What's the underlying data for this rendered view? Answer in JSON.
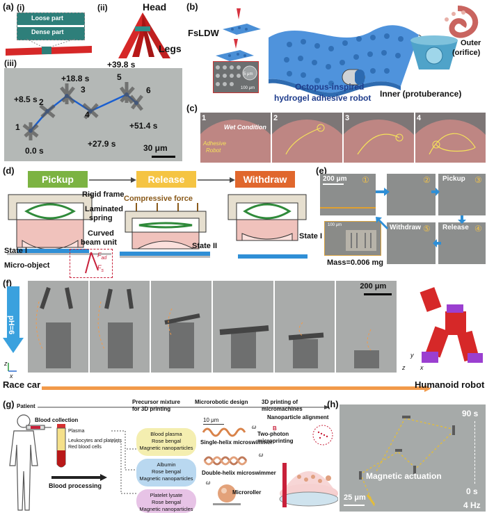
{
  "panels": {
    "a": {
      "label": "(a)",
      "sub_i": "(i)",
      "sub_ii": "(ii)",
      "sub_iii": "(iii)",
      "loose_part": "Loose part",
      "dense_part": "Dense part",
      "head": "Head",
      "legs": "Legs",
      "step_nums": [
        "1",
        "2",
        "3",
        "4",
        "5",
        "6"
      ],
      "times": [
        "0.0 s",
        "+8.5 s",
        "+18.8 s",
        "+27.9 s",
        "+39.8 s",
        "+51.4 s"
      ],
      "scale": "30 μm"
    },
    "b": {
      "label": "(b)",
      "fsldw": "FsLDW",
      "scale_small": "5 μm",
      "scale_large": "100 μm",
      "title_line1": "Octopus-inspired",
      "title_line2": "hydrogel adhesive robot",
      "outer": "Outer",
      "orifice": "(orifice)",
      "inner": "Inner (protuberance)"
    },
    "c": {
      "label": "(c)",
      "frames": [
        "1",
        "2",
        "3",
        "4"
      ],
      "wet_condition": "Wet Condition",
      "adhesive": "Adhesive",
      "robot": "Robot"
    },
    "d": {
      "label": "(d)",
      "pickup": "Pickup",
      "release": "Release",
      "withdraw": "Withdraw",
      "rigid_frame": "Rigid frame",
      "laminated": "Laminated",
      "spring": "spring",
      "curved": "Curved",
      "beam_unit": "beam unit",
      "state1": "State I",
      "state2": "State II",
      "state1b": "State I",
      "micro_object": "Micro-object",
      "compressive": "Compressive force",
      "f_ad": "F",
      "f_ad_sub": "ad",
      "f_s": "F",
      "f_s_sub": "s",
      "colors": {
        "pickup": "#7cb342",
        "release": "#f5c443",
        "withdraw": "#e0672d"
      }
    },
    "e": {
      "label": "(e)",
      "scale": "200 μm",
      "inset_scale": "100 μm",
      "pickup": "Pickup",
      "release": "Release",
      "withdraw": "Withdraw",
      "mass": "Mass=0.006 mg",
      "steps": [
        "①",
        "②",
        "③",
        "④",
        "⑤"
      ]
    },
    "f": {
      "label": "(f)",
      "ph": "pH=6",
      "scale": "200 μm",
      "race_car": "Race car",
      "humanoid": "Humanoid robot",
      "z": "z",
      "x": "x",
      "y": "y"
    },
    "g": {
      "label": "(g)",
      "patient": "Patient",
      "precursor_1": "Precursor mixture",
      "precursor_2": "for 3D printing",
      "microrobotic_design": "Microrobotic design",
      "printing_1": "3D printing of",
      "printing_2": "micromachines",
      "blood_collection": "Blood collection",
      "plasma": "Plasma",
      "leukocytes": "Leukocytes and platelets",
      "rbc": "Red blood cells",
      "blood_processing": "Blood processing",
      "box1": [
        "Blood plasma",
        "Rose bengal",
        "Magnetic nanoparticles"
      ],
      "box2": [
        "Albumin",
        "Rose bengal",
        "Magnetic nanoparticles"
      ],
      "box3": [
        "Platelet lysate",
        "Rose bengal",
        "Magnetic nanoparticles"
      ],
      "scale": "10 μm",
      "omega": "ω",
      "single_helix": "Single-helix microswimmer",
      "double_helix": "Double-helix microswimmer",
      "microroller": "Microroller",
      "nanoparticle": "Nanoparticle alignment",
      "two_photon_1": "Two-photon",
      "two_photon_2": "microprinting",
      "b_field": "B"
    },
    "h": {
      "label": "(h)",
      "t_end": "90 s",
      "t_start": "0 s",
      "magnetic": "Magnetic actuation",
      "scale": "25 μm",
      "freq": "4 Hz"
    }
  }
}
